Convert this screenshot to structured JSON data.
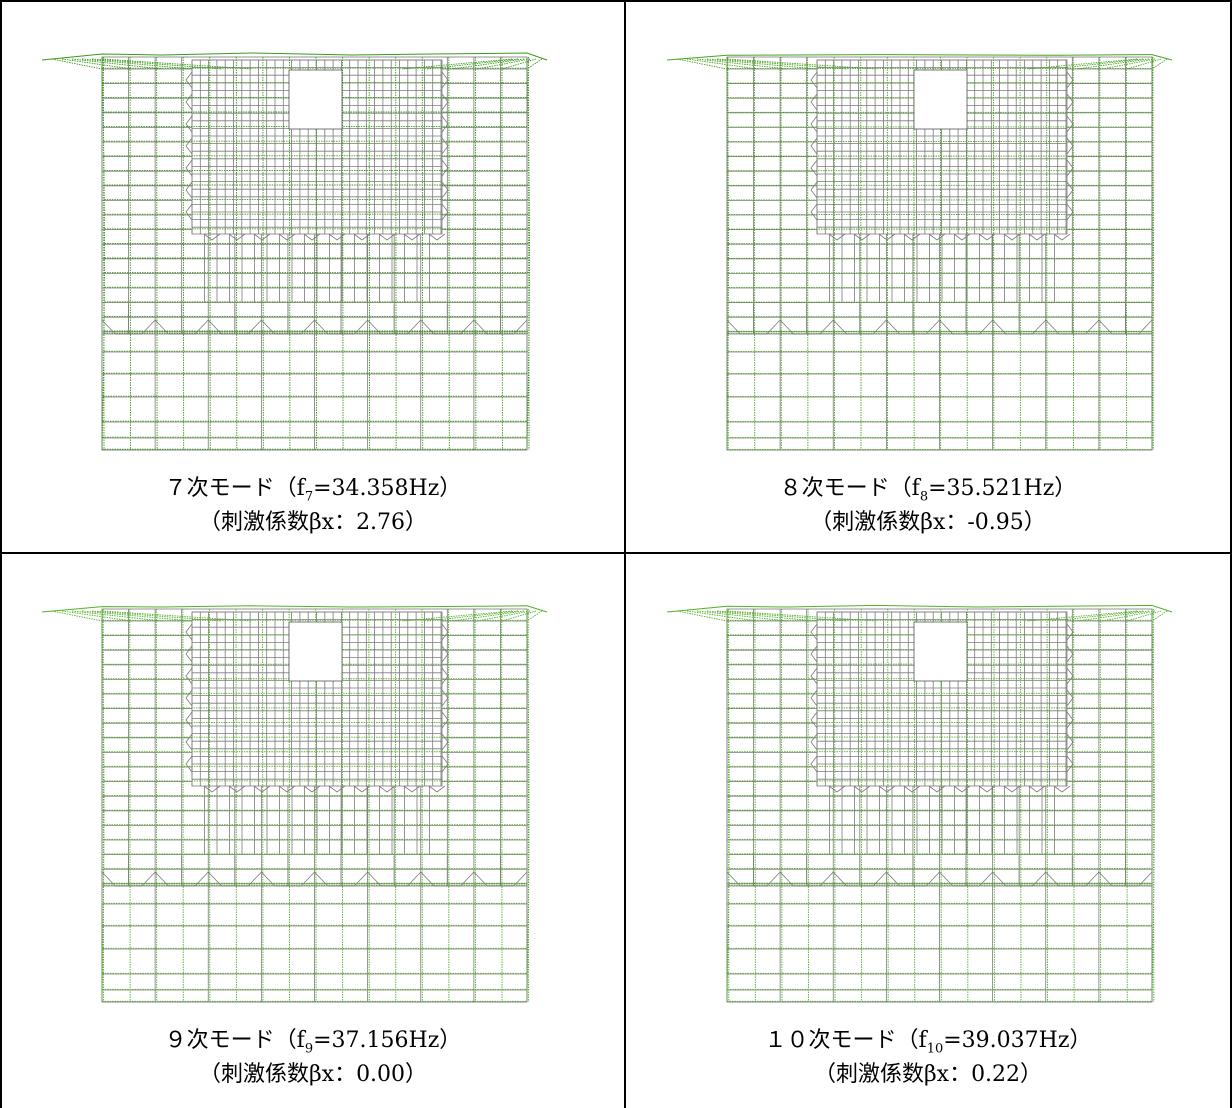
{
  "panels": [
    {
      "id": "mode7",
      "title_prefix": "７次モード（f",
      "subscript": "7",
      "title_suffix": "=34.358Hz）",
      "participation": "（刺激係数βx：2.76）",
      "mesh_color": "#3a9a1a",
      "deformation": 1.0
    },
    {
      "id": "mode8",
      "title_prefix": "８次モード（f",
      "subscript": "8",
      "title_suffix": "=35.521Hz）",
      "participation": "（刺激係数βx：-0.95）",
      "mesh_color": "#4aa324",
      "deformation": 0.6
    },
    {
      "id": "mode9",
      "title_prefix": "９次モード（f",
      "subscript": "9",
      "title_suffix": "=37.156Hz）",
      "participation": "（刺激係数βx：0.00）",
      "mesh_color": "#55b02c",
      "deformation": 0.8
    },
    {
      "id": "mode10",
      "title_prefix": "１０次モード（f",
      "subscript": "10",
      "title_suffix": "=39.037Hz）",
      "participation": "（刺激係数βx：0.22）",
      "mesh_color": "#55b02c",
      "deformation": 0.9
    }
  ]
}
